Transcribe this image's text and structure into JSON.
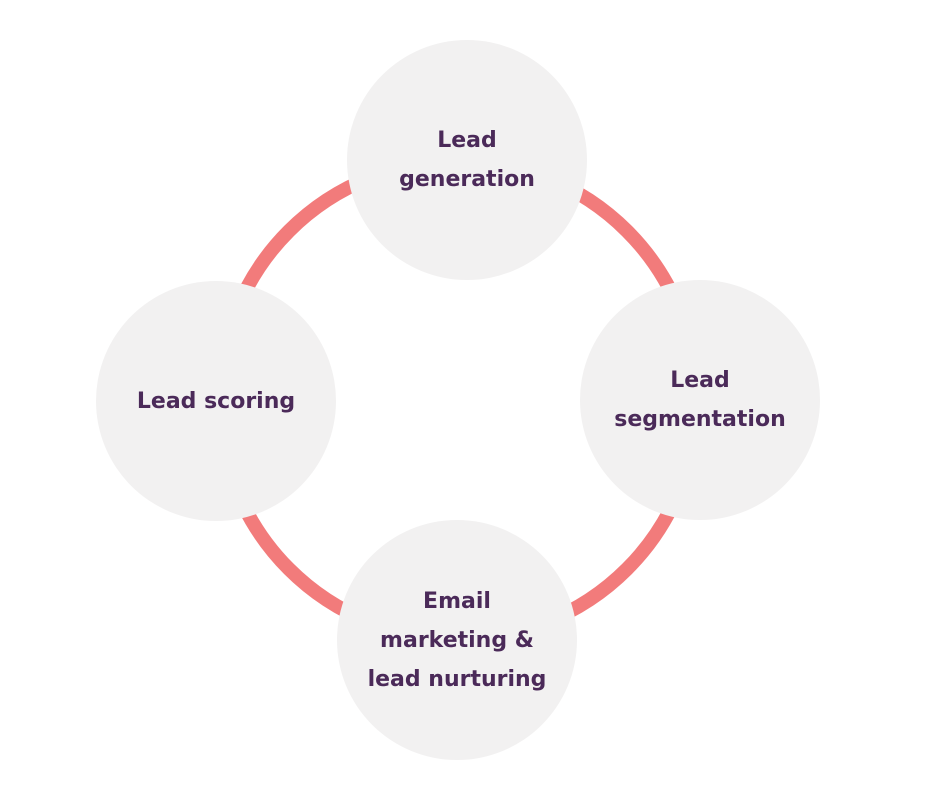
{
  "diagram": {
    "ring_color": "#f27b7b",
    "node_fill": "#f2f1f1",
    "text_color": "#4b2a59",
    "nodes": [
      {
        "id": "top",
        "label": "Lead\ngeneration"
      },
      {
        "id": "right",
        "label": "Lead\nsegmentation"
      },
      {
        "id": "bottom",
        "label": "Email\nmarketing &\nlead nurturing"
      },
      {
        "id": "left",
        "label": "Lead scoring"
      }
    ]
  }
}
